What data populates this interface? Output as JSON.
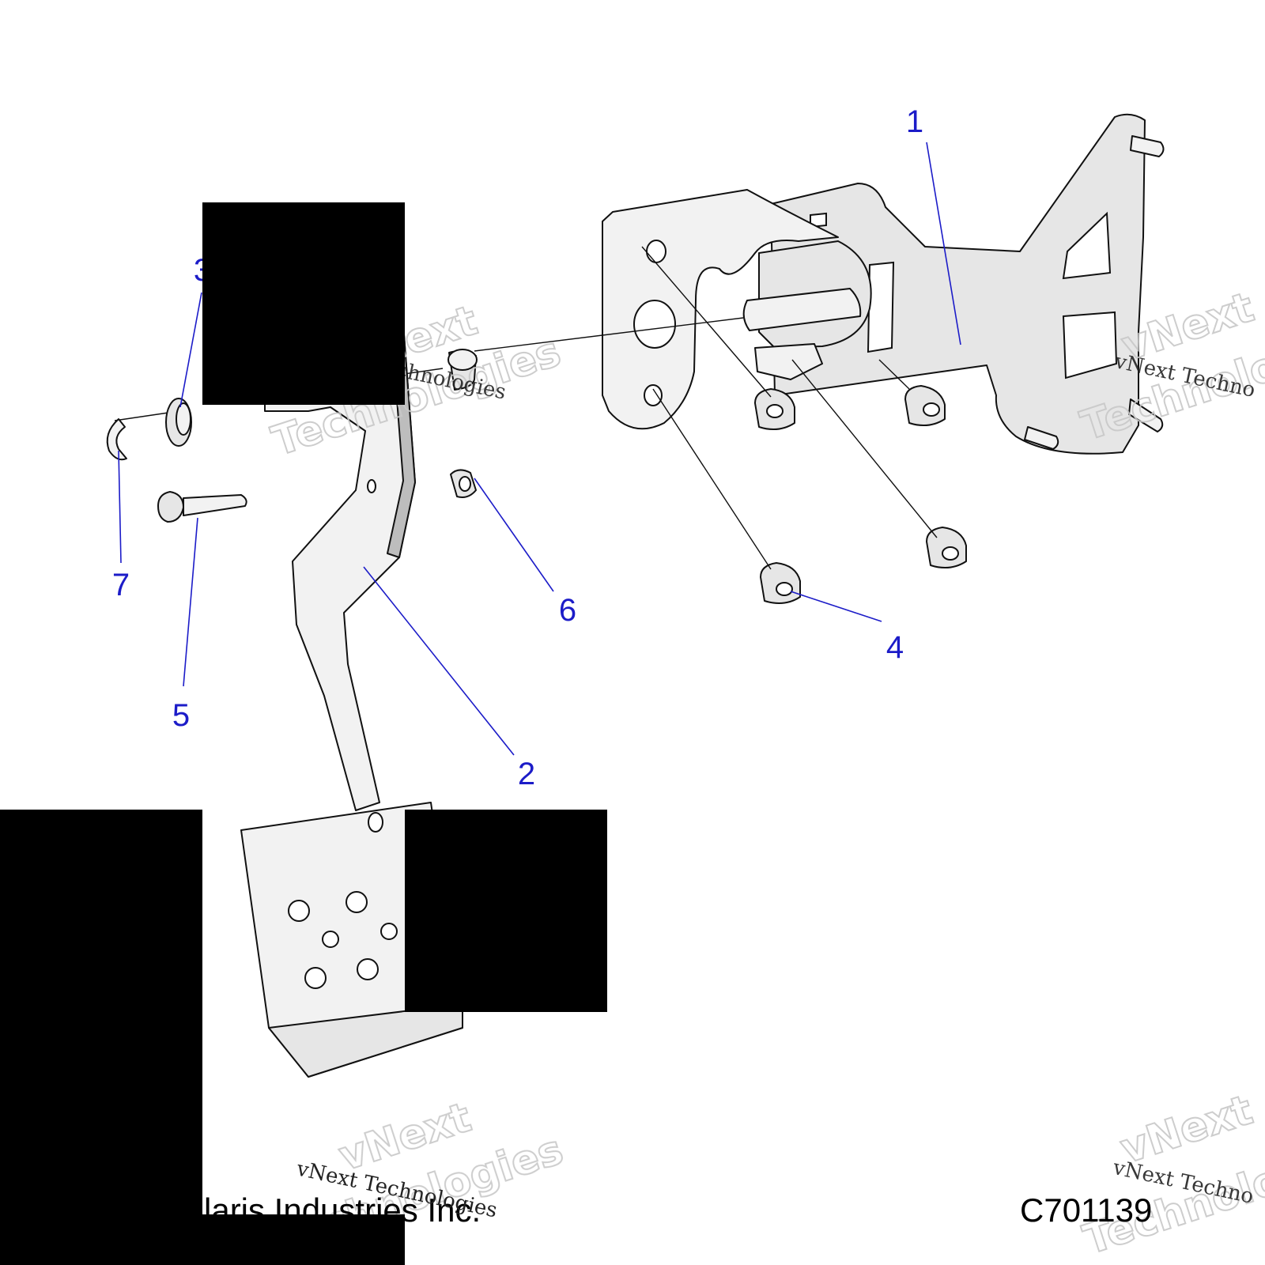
{
  "callouts": [
    {
      "label": "1"
    },
    {
      "label": "2"
    },
    {
      "label": "3"
    },
    {
      "label": "4"
    },
    {
      "label": "5"
    },
    {
      "label": "6"
    },
    {
      "label": "7"
    }
  ],
  "footer": {
    "copyright": "laris Industries Inc.",
    "drawing_number": "C701139"
  },
  "watermark": {
    "brand": "vNext",
    "brand_sub": "Technologies",
    "line": "vNext Technologies",
    "line_cut": "vNext Techno"
  },
  "colors": {
    "callout": "#1c1cc8",
    "redaction": "#000000"
  }
}
